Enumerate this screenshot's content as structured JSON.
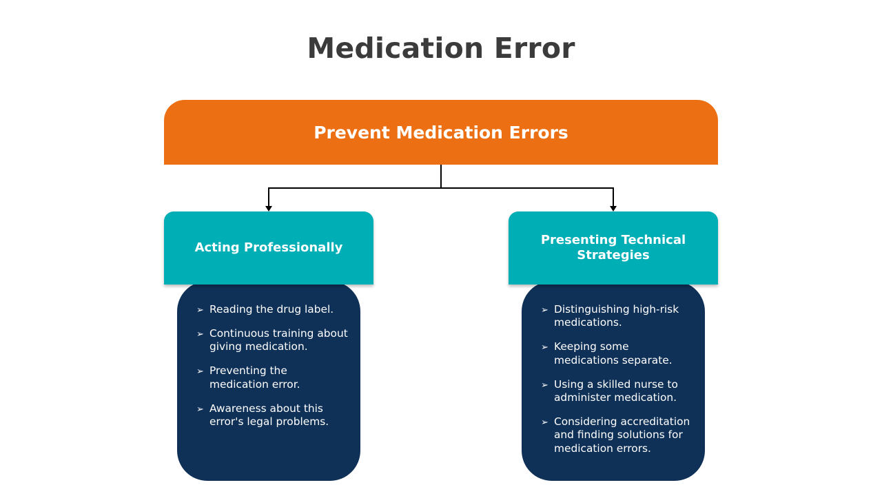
{
  "title": "Medication Error",
  "root": {
    "label": "Prevent Medication Errors"
  },
  "branches": [
    {
      "label": "Acting Professionally",
      "items": [
        "Reading the drug label.",
        "Continuous training about giving medication.",
        "Preventing the medication error.",
        "Awareness about this error's legal problems."
      ]
    },
    {
      "label": "Presenting Technical Strategies",
      "items": [
        "Distinguishing high-risk medications.",
        "Keeping some medications separate.",
        "Using a skilled nurse to administer medication.",
        "Considering accreditation and finding solutions for medication errors."
      ]
    }
  ],
  "bullet_icon": "arrowhead-bullet-icon",
  "colors": {
    "title": "#3b3b3b",
    "root": "#ec7013",
    "branch_head": "#00aeb5",
    "branch_body": "#0f3057",
    "connector": "#000000"
  }
}
